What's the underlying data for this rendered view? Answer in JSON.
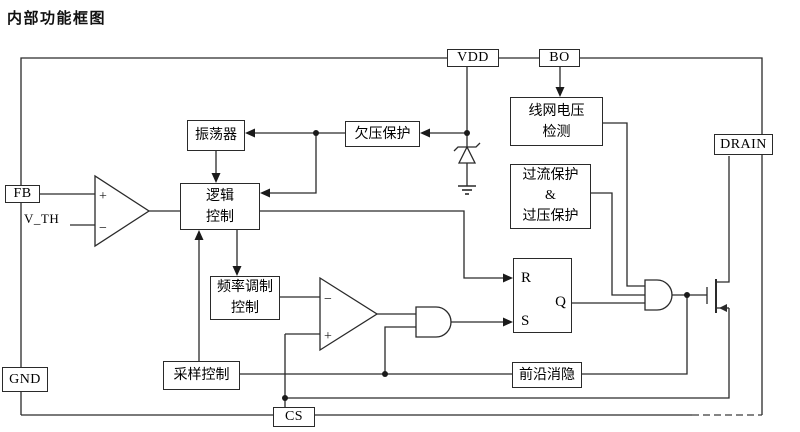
{
  "title": "内部功能框图",
  "pins": {
    "vdd": "VDD",
    "bo": "BO",
    "drain": "DRAIN",
    "fb": "FB",
    "gnd": "GND",
    "cs": "CS"
  },
  "blocks": {
    "oscillator": "振荡器",
    "uvlo": "欠压保护",
    "line_voltage_detect": "线网电压\n检测",
    "ocp_ovp": "过流保护\n&\n过压保护",
    "logic_control": "逻辑\n控制",
    "freq_modulation": "频率调制\n控制",
    "sampling_control": "采样控制",
    "leading_edge_blanking": "前沿消隐"
  },
  "labels": {
    "v_th": "V_TH",
    "ff_r": "R",
    "ff_s": "S",
    "ff_q": "Q",
    "comp1_plus": "+",
    "comp1_minus": "−",
    "comp2_minus": "−",
    "comp2_plus": "+"
  },
  "symbols": {
    "comparator": "triangle op-amp",
    "and_gate": "AND gate",
    "nmos_transistor": "N-MOSFET",
    "zener_diode": "zener clamp to ground",
    "ground": "ground bars"
  },
  "colors": {
    "background": "#ffffff",
    "line": "#2a2a2a",
    "text": "#000000"
  }
}
